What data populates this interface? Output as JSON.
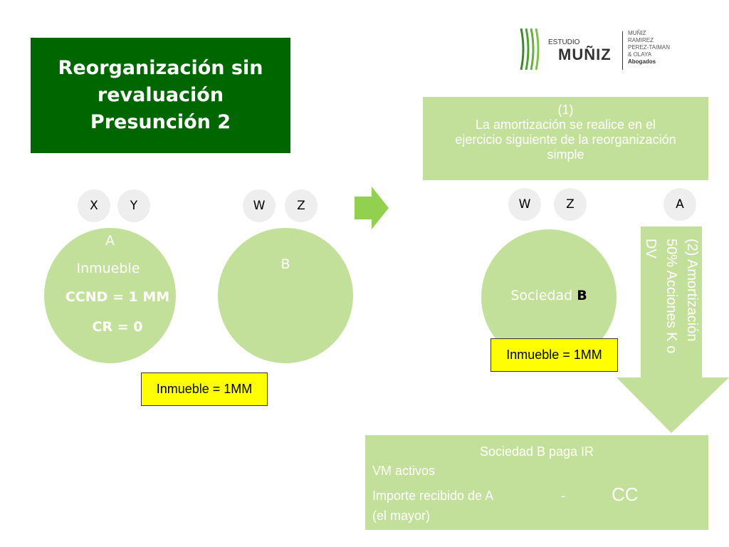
{
  "title": {
    "line1": "Reorganización sin",
    "line2": "revaluación",
    "line3": "Presunción 2"
  },
  "logo": {
    "studio": "ESTUDIO",
    "muniz": "MUÑIZ",
    "right_lines": [
      "MUÑIZ",
      "RAMIREZ",
      "PEREZ-TAIMAN",
      "& OLAYA"
    ],
    "abogados": "Abogados"
  },
  "left": {
    "shareholders_a": [
      "X",
      "Y"
    ],
    "shareholders_b": [
      "W",
      "Z"
    ],
    "circle_a": {
      "name": "A",
      "asset": "Inmueble",
      "ccnd": "CCND = 1 MM",
      "cr": "CR = 0"
    },
    "circle_b": {
      "name": "B"
    },
    "asset_label": "Inmueble = 1MM"
  },
  "right": {
    "note1": {
      "num": "(1)",
      "line1": "La amortización se realice en el",
      "line2": "ejercicio siguiente de la reorganización",
      "line3": "simple"
    },
    "shareholders_b": [
      "W",
      "Z"
    ],
    "shareholder_a": "A",
    "circle": {
      "prefix": "Sociedad ",
      "bold": "B"
    },
    "asset_label": "Inmueble = 1MM",
    "arrow_text": {
      "line1": "(2)    Amortización",
      "line2": "50% Acciones K o",
      "line3": "DV"
    },
    "bottom_box": {
      "heading": "Sociedad B paga IR",
      "line1": "VM activos",
      "line2": "Importe recibido de A",
      "dash": "-",
      "cc": "CC",
      "line3": "(el mayor)"
    }
  },
  "colors": {
    "title_bg": "#006600",
    "light_green": "#c3e09a",
    "arrow_green": "#92d050",
    "yellow": "#ffff00",
    "circle_gray": "#eeeeee"
  }
}
